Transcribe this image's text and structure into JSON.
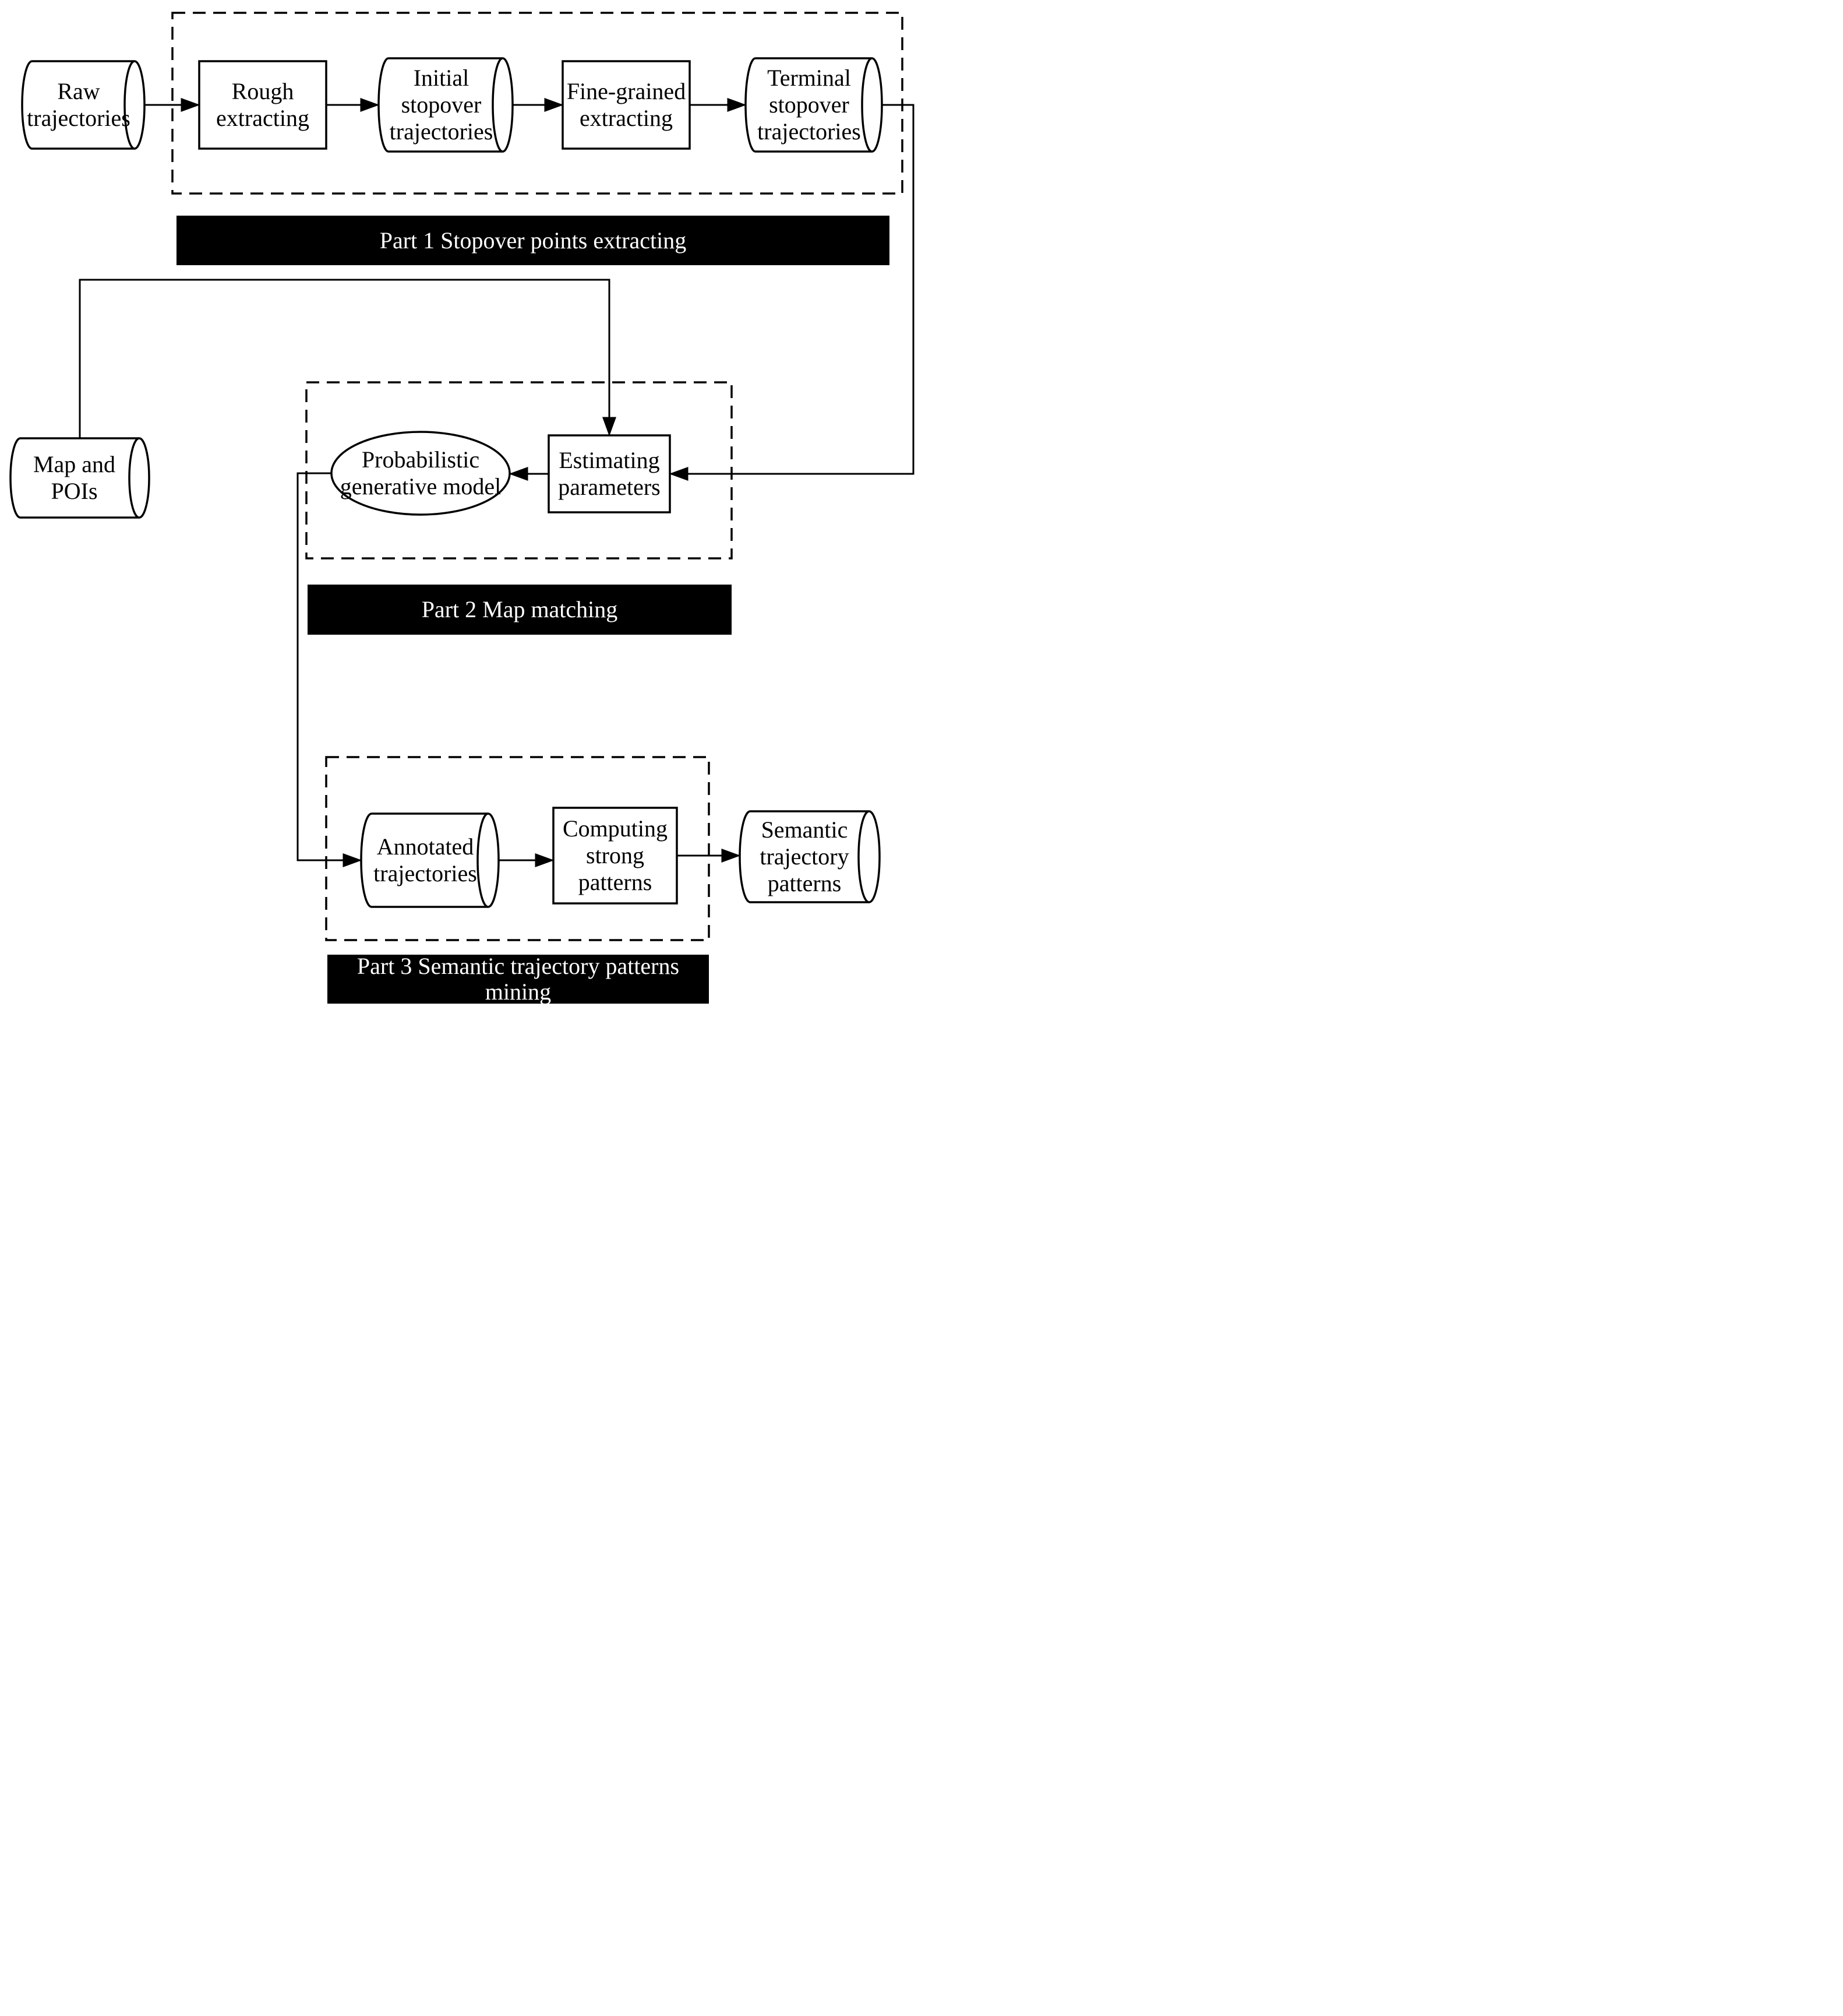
{
  "figure_type": "flowchart",
  "banners": {
    "part1": "Part 1 Stopover points extracting",
    "part2": "Part 2 Map matching",
    "part3": "Part 3 Semantic trajectory patterns mining"
  },
  "nodes": {
    "raw_trajectories": {
      "label": "Raw trajectories",
      "shape": "cylinder"
    },
    "rough_extracting": {
      "label": "Rough extracting",
      "shape": "process"
    },
    "initial_stopover_trajectories": {
      "label": "Initial stopover trajectories",
      "shape": "cylinder"
    },
    "fine_grained_extracting": {
      "label": "Fine-grained extracting",
      "shape": "process"
    },
    "terminal_stopover_trajectories": {
      "label": "Terminal stopover trajectories",
      "shape": "cylinder"
    },
    "map_and_pois": {
      "label": "Map and POIs",
      "shape": "cylinder"
    },
    "probabilistic_generative_model": {
      "label": "Probabilistic generative model",
      "shape": "ellipse"
    },
    "estimating_parameters": {
      "label": "Estimating parameters",
      "shape": "process"
    },
    "annotated_trajectories": {
      "label": "Annotated trajectories",
      "shape": "cylinder"
    },
    "computing_strong_patterns": {
      "label": "Computing strong patterns",
      "shape": "process"
    },
    "semantic_trajectory_patterns": {
      "label": "Semantic trajectory patterns",
      "shape": "cylinder"
    }
  },
  "edges": [
    {
      "from": "raw_trajectories",
      "to": "rough_extracting"
    },
    {
      "from": "rough_extracting",
      "to": "initial_stopover_trajectories"
    },
    {
      "from": "initial_stopover_trajectories",
      "to": "fine_grained_extracting"
    },
    {
      "from": "fine_grained_extracting",
      "to": "terminal_stopover_trajectories"
    },
    {
      "from": "terminal_stopover_trajectories",
      "to": "estimating_parameters"
    },
    {
      "from": "map_and_pois",
      "to": "estimating_parameters"
    },
    {
      "from": "estimating_parameters",
      "to": "probabilistic_generative_model"
    },
    {
      "from": "probabilistic_generative_model",
      "to": "annotated_trajectories"
    },
    {
      "from": "annotated_trajectories",
      "to": "computing_strong_patterns"
    },
    {
      "from": "computing_strong_patterns",
      "to": "semantic_trajectory_patterns"
    }
  ],
  "colors": {
    "stroke": "#000000",
    "node_fill": "#ffffff",
    "banner_bg": "#000000",
    "banner_text": "#ffffff"
  }
}
